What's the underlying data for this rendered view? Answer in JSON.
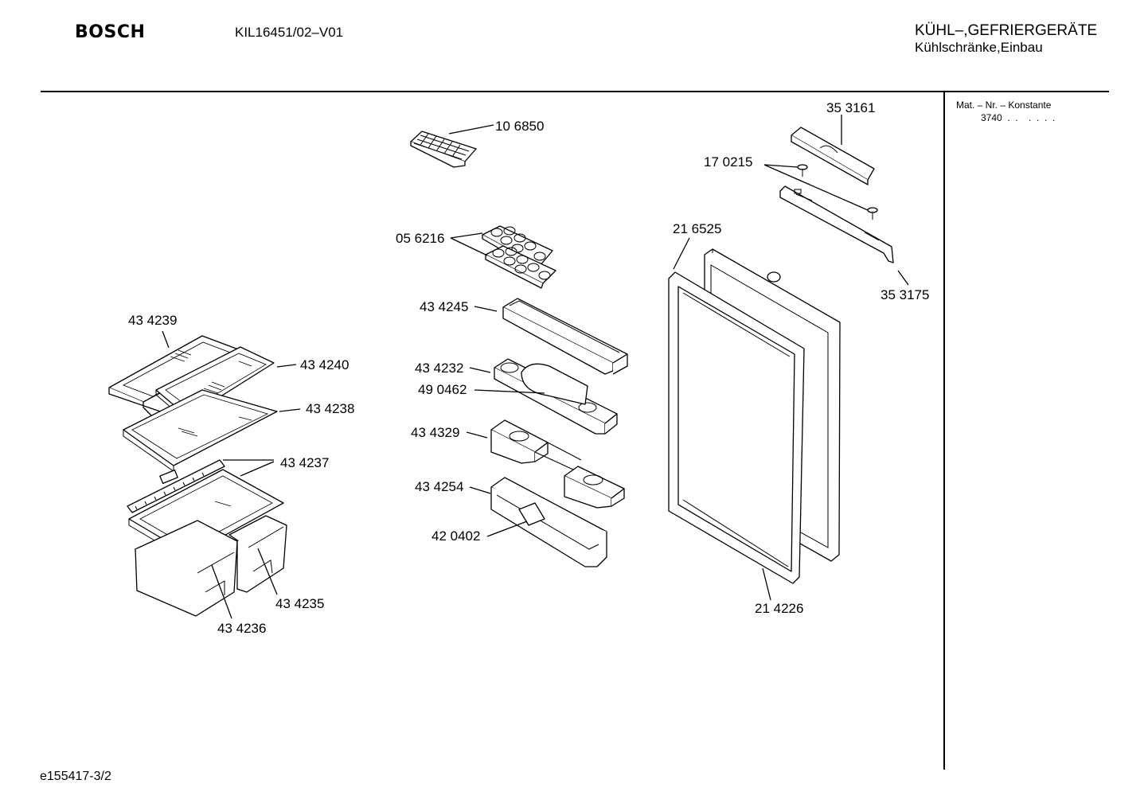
{
  "header": {
    "brand": "BOSCH",
    "model": "KIL16451/02–V01",
    "category_line1": "KÜHL–,GEFRIERGERÄTE",
    "category_line2": "Kühlschränke,Einbau"
  },
  "sidebar": {
    "mat_label": "Mat. – Nr. – Konstante",
    "mat_value": "3740  .  .    .  .  .  ."
  },
  "footer": {
    "doc_number": "e155417-3/2"
  },
  "parts": [
    {
      "id": "p-106850",
      "number": "10 6850"
    },
    {
      "id": "p-353161",
      "number": "35 3161"
    },
    {
      "id": "p-170215",
      "number": "17 0215"
    },
    {
      "id": "p-056216",
      "number": "05 6216"
    },
    {
      "id": "p-216525",
      "number": "21 6525"
    },
    {
      "id": "p-353175",
      "number": "35 3175"
    },
    {
      "id": "p-434239",
      "number": "43 4239"
    },
    {
      "id": "p-434245",
      "number": "43 4245"
    },
    {
      "id": "p-434240",
      "number": "43 4240"
    },
    {
      "id": "p-434232",
      "number": "43 4232"
    },
    {
      "id": "p-490462",
      "number": "49 0462"
    },
    {
      "id": "p-434238",
      "number": "43 4238"
    },
    {
      "id": "p-434329",
      "number": "43 4329"
    },
    {
      "id": "p-434237",
      "number": "43 4237"
    },
    {
      "id": "p-434254",
      "number": "43 4254"
    },
    {
      "id": "p-420402",
      "number": "42 0402"
    },
    {
      "id": "p-434235",
      "number": "43 4235"
    },
    {
      "id": "p-214226",
      "number": "21 4226"
    },
    {
      "id": "p-434236",
      "number": "43 4236"
    }
  ]
}
